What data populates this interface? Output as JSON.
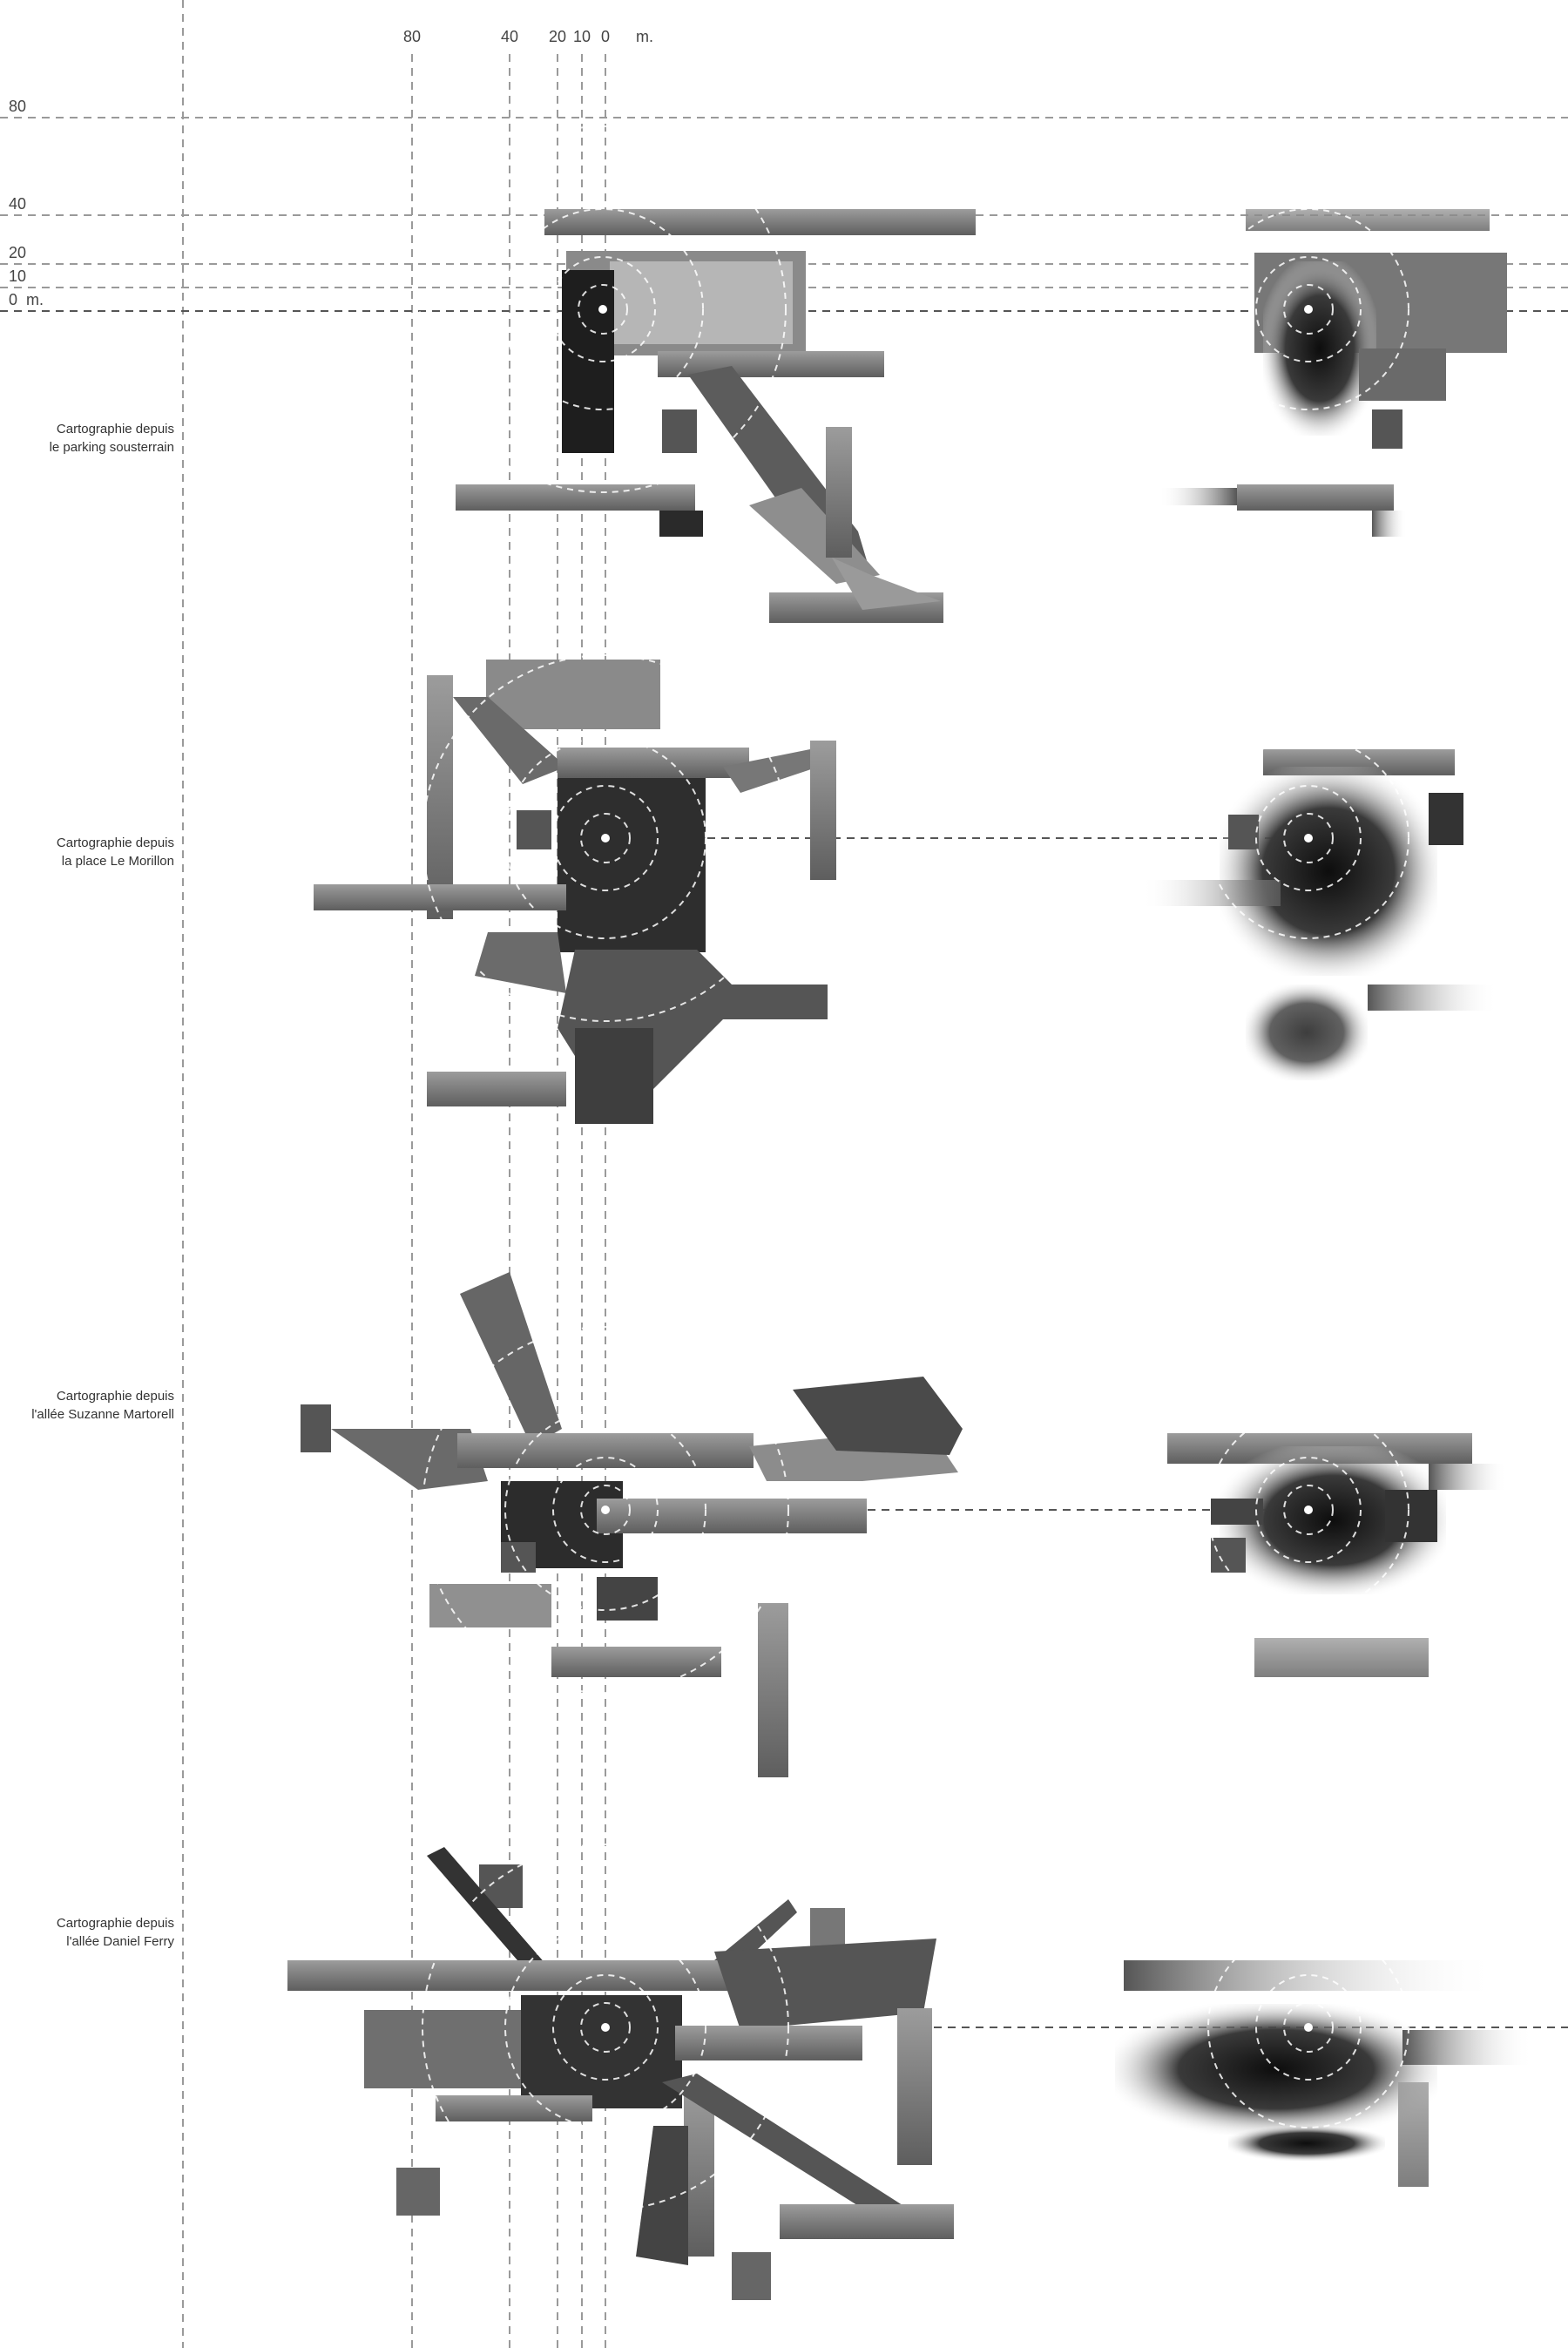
{
  "scale": {
    "top_labels": [
      "80",
      "40",
      "20",
      "10",
      "0",
      "m."
    ],
    "left_labels": [
      "80",
      "40",
      "20",
      "10",
      "0  m."
    ]
  },
  "captions": [
    {
      "line1": "Cartographie depuis",
      "line2": "le parking sousterrain"
    },
    {
      "line1": "Cartographie depuis",
      "line2": "la place Le Morillon"
    },
    {
      "line1": "Cartographie depuis",
      "line2": "l'allée Suzanne Martorell"
    },
    {
      "line1": "Cartographie depuis",
      "line2": "l'allée Daniel Ferry"
    }
  ],
  "colors": {
    "guide": "#9a9a9a",
    "dark": "#222222",
    "mid": "#777777",
    "light": "#bdbdbd"
  }
}
